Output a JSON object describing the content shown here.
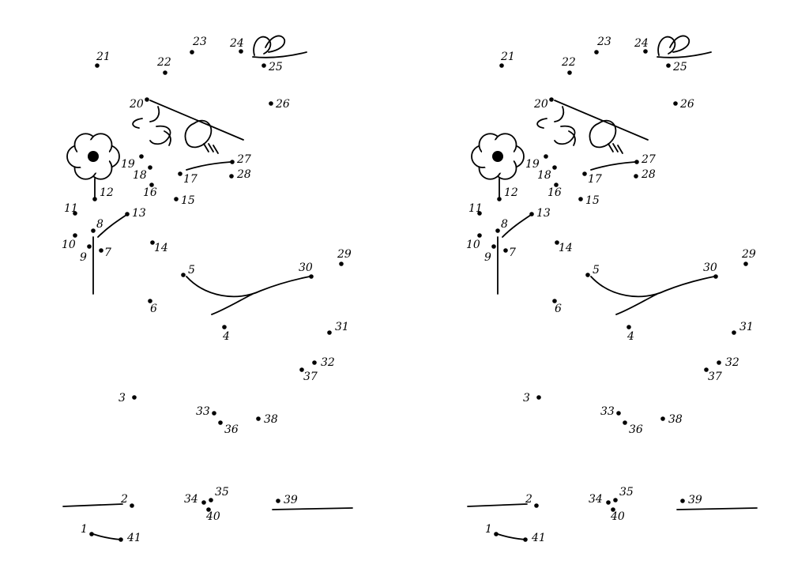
{
  "puzzle": {
    "dots": [
      {
        "n": "1"
      },
      {
        "n": "2"
      },
      {
        "n": "3"
      },
      {
        "n": "4"
      },
      {
        "n": "5"
      },
      {
        "n": "6"
      },
      {
        "n": "7"
      },
      {
        "n": "8"
      },
      {
        "n": "9"
      },
      {
        "n": "10"
      },
      {
        "n": "11"
      },
      {
        "n": "12"
      },
      {
        "n": "13"
      },
      {
        "n": "14"
      },
      {
        "n": "15"
      },
      {
        "n": "16"
      },
      {
        "n": "17"
      },
      {
        "n": "18"
      },
      {
        "n": "19"
      },
      {
        "n": "20"
      },
      {
        "n": "21"
      },
      {
        "n": "22"
      },
      {
        "n": "23"
      },
      {
        "n": "24"
      },
      {
        "n": "25"
      },
      {
        "n": "26"
      },
      {
        "n": "27"
      },
      {
        "n": "28"
      },
      {
        "n": "29"
      },
      {
        "n": "30"
      },
      {
        "n": "31"
      },
      {
        "n": "32"
      },
      {
        "n": "33"
      },
      {
        "n": "34"
      },
      {
        "n": "35"
      },
      {
        "n": "36"
      },
      {
        "n": "37"
      },
      {
        "n": "38"
      },
      {
        "n": "39"
      },
      {
        "n": "40"
      },
      {
        "n": "41"
      }
    ],
    "copies": 2
  },
  "colors": {
    "ink": "#000000",
    "paper": "#ffffff"
  },
  "icons": [
    "flower-icon",
    "butterfly-icon"
  ]
}
